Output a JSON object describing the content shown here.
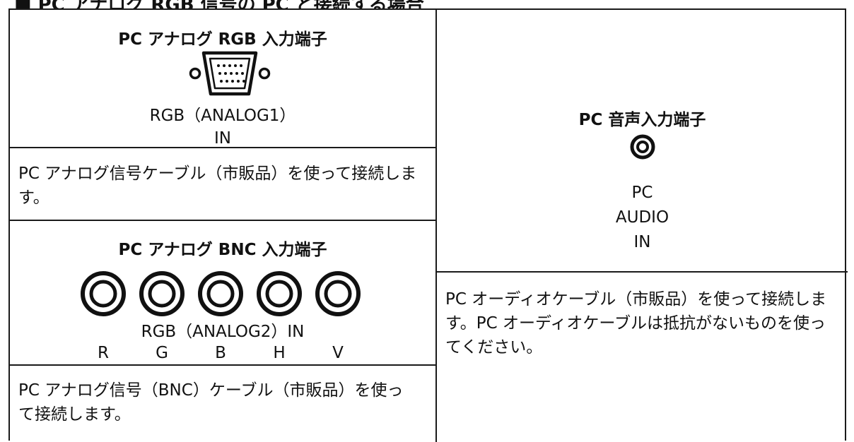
{
  "page_heading": "■ PC アナログ RGB 信号の PC と接続する場合",
  "left": {
    "rgb_section": {
      "title": "PC アナログ RGB 入力端子",
      "port_label_line1": "RGB（ANALOG1）",
      "port_label_line2": "IN",
      "description": "PC アナログ信号ケーブル（市販品）を使って接続します。"
    },
    "bnc_section": {
      "title": "PC アナログ BNC 入力端子",
      "port_label": "RGB（ANALOG2）IN",
      "channels": [
        "R",
        "G",
        "B",
        "H",
        "V"
      ],
      "description": "PC アナログ信号（BNC）ケーブル（市販品）を使って接続します。"
    }
  },
  "right": {
    "audio_section": {
      "title": "PC 音声入力端子",
      "port_label_line1": "PC",
      "port_label_line2": "AUDIO",
      "port_label_line3": "IN",
      "description": "PC オーディオケーブル（市販品）を使って接続します。PC オーディオケーブルは抵抗がないものを使ってください。"
    }
  },
  "icons": {
    "vga": "vga-connector-icon",
    "bnc": "bnc-connector-icon",
    "audio": "audio-jack-icon"
  }
}
